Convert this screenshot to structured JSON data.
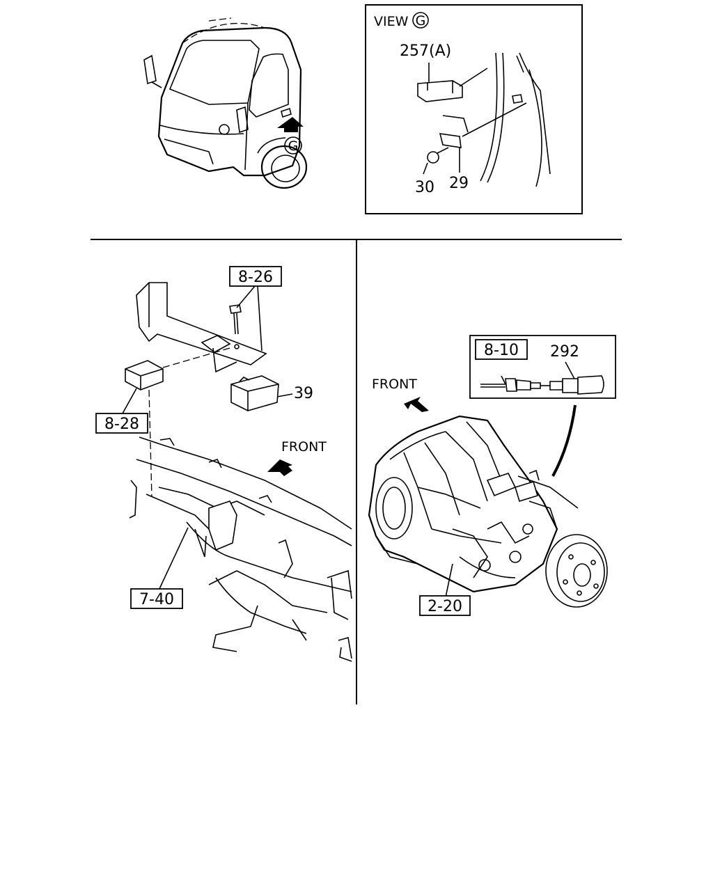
{
  "view_box": {
    "title": "VIEW",
    "view_letter": "G",
    "callouts": [
      "257(A)",
      "29",
      "30"
    ]
  },
  "truck": {
    "view_marker": "G"
  },
  "left_panel": {
    "refs": [
      "8-26",
      "8-28",
      "7-40"
    ],
    "callouts": [
      "39"
    ],
    "front_label": "FRONT"
  },
  "right_panel": {
    "refs": [
      "8-10",
      "2-20"
    ],
    "callouts": [
      "292"
    ],
    "front_label": "FRONT"
  }
}
